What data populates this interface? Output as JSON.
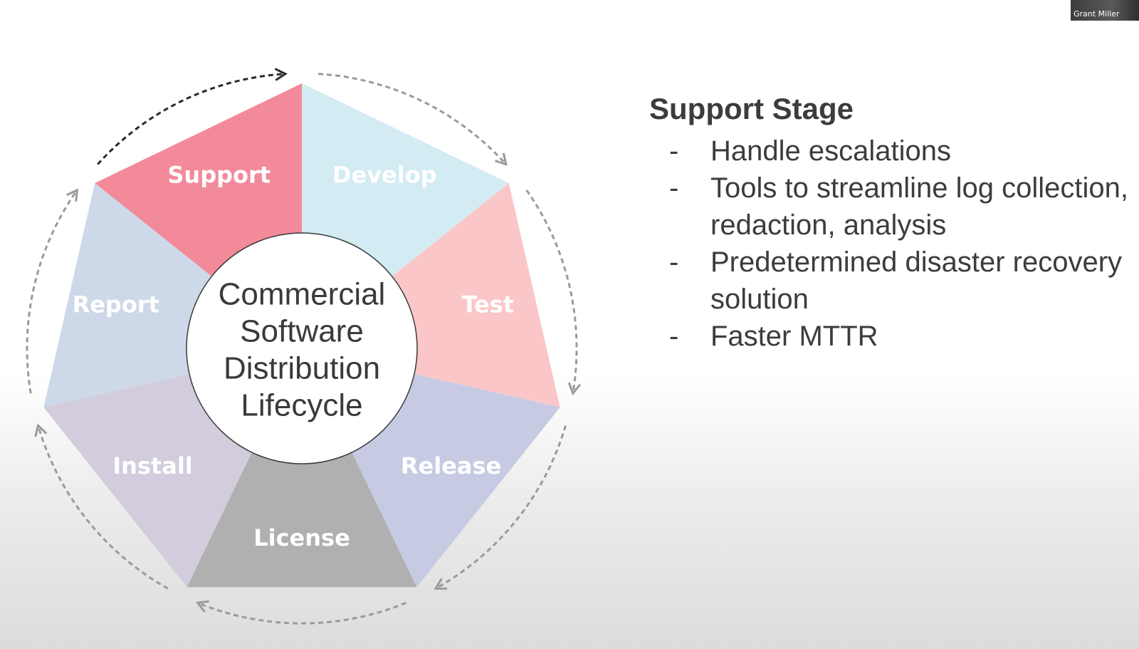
{
  "video": {
    "participant_name": "Grant Miller"
  },
  "diagram": {
    "center_lines": [
      "Commercial",
      "Software",
      "Distribution",
      "Lifecycle"
    ],
    "segments": [
      {
        "label": "Support",
        "color": "#f28a9a",
        "active": true
      },
      {
        "label": "Develop",
        "color": "#d3ebf2",
        "active": false
      },
      {
        "label": "Test",
        "color": "#fbc6c8",
        "active": false
      },
      {
        "label": "Release",
        "color": "#c6cbe3",
        "active": false
      },
      {
        "label": "License",
        "color": "#b0b0b0",
        "active": false
      },
      {
        "label": "Install",
        "color": "#d2ccdc",
        "active": false
      },
      {
        "label": "Report",
        "color": "#cdd8e8",
        "active": false
      }
    ],
    "arrow_color": "#9a9a9a",
    "active_arrow_color": "#2b2b2b"
  },
  "panel": {
    "title": "Support Stage",
    "bullets": [
      "Handle escalations",
      "Tools to streamline log collection, redaction, analysis",
      "Predetermined disaster recovery solution",
      "Faster MTTR"
    ],
    "dash": "-"
  }
}
